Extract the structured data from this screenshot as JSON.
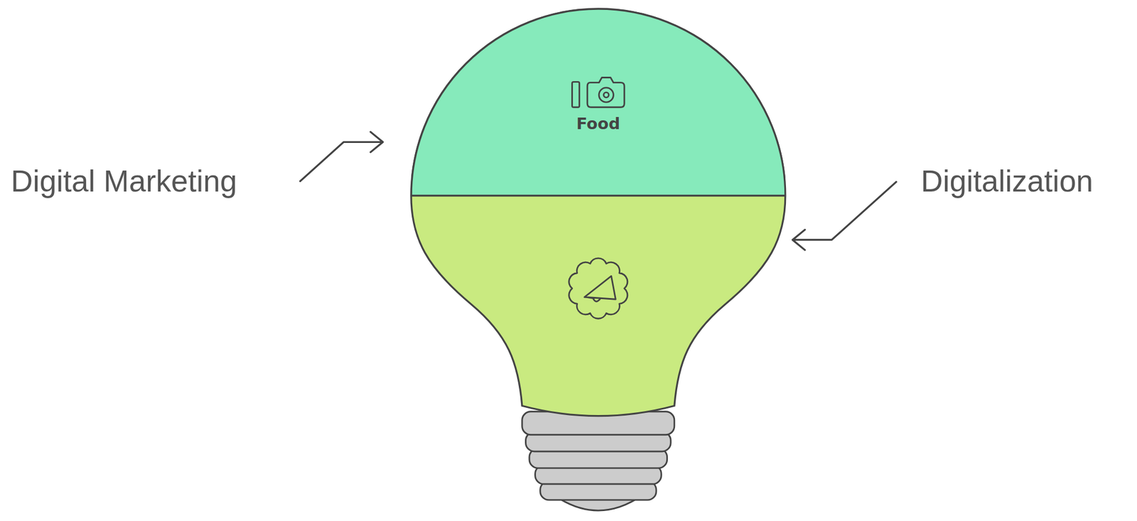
{
  "diagram": {
    "nodes": [
      {
        "text": [
          "Food"
        ]
      }
    ],
    "labels": [
      "Digital Marketing",
      "Digitalization"
    ]
  }
}
